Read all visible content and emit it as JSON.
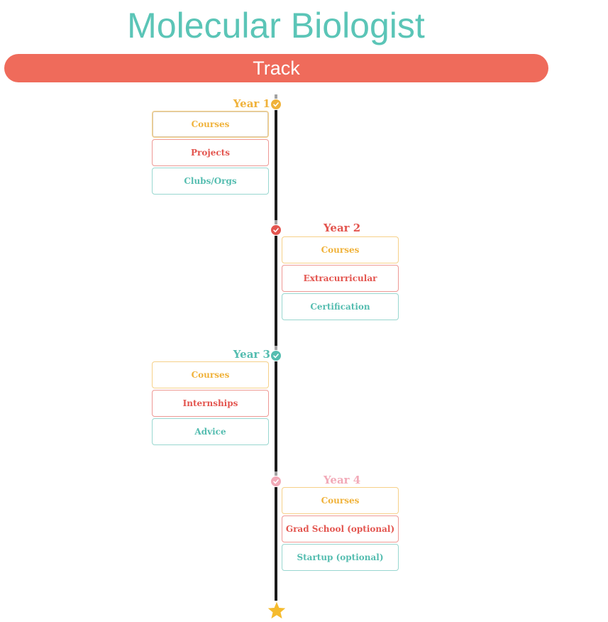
{
  "title": "Molecular Biologist",
  "track_label": "Track",
  "colors": {
    "title": "#5bc5b7",
    "track_bar": "#ef6b5b",
    "orange": "#f0b23a",
    "red": "#e3554f",
    "teal": "#55bdb0",
    "pink": "#f2aab8",
    "line": "#1b1b1b",
    "star": "#f5bb2e"
  },
  "years": [
    {
      "label": "Year 1",
      "side": "left",
      "node_icon": "check-icon",
      "items": [
        "Courses",
        "Projects",
        "Clubs/Orgs"
      ]
    },
    {
      "label": "Year 2",
      "side": "right",
      "node_icon": "check-icon",
      "items": [
        "Courses",
        "Extracurricular",
        "Certification"
      ]
    },
    {
      "label": "Year 3",
      "side": "left",
      "node_icon": "check-icon",
      "items": [
        "Courses",
        "Internships",
        "Advice"
      ]
    },
    {
      "label": "Year 4",
      "side": "right",
      "node_icon": "check-icon",
      "items": [
        "Courses",
        "Grad School (optional)",
        "Startup (optional)"
      ]
    }
  ],
  "end_icon": "star-icon"
}
